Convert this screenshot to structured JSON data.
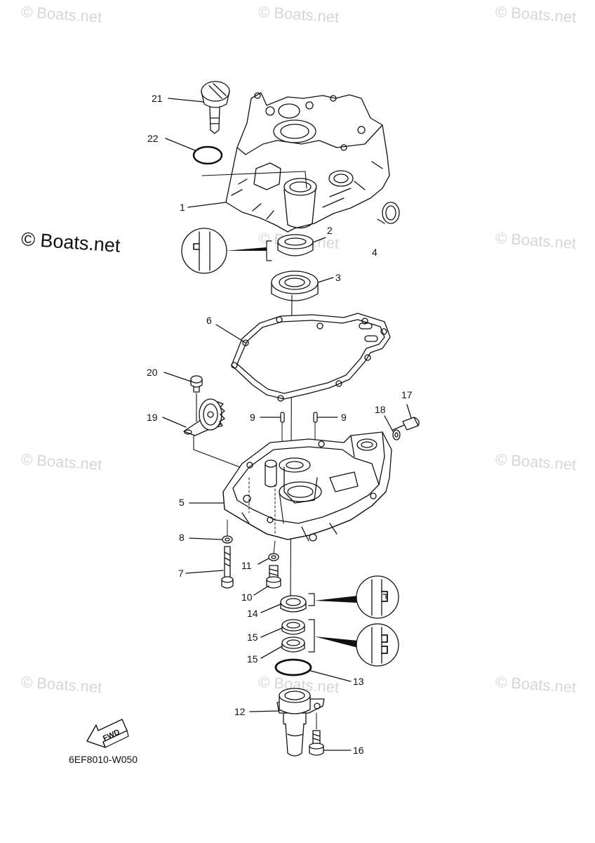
{
  "watermark": {
    "text": "© Boats.net"
  },
  "diagram_code": "6EF8010-W050",
  "fwd_label": "FWD",
  "part_labels": {
    "p1": "1",
    "p2": "2",
    "p3": "3",
    "p4": "4",
    "p5": "5",
    "p6": "6",
    "p7": "7",
    "p8": "8",
    "p9a": "9",
    "p9b": "9",
    "p10": "10",
    "p11": "11",
    "p12": "12",
    "p13": "13",
    "p14": "14",
    "p15a": "15",
    "p15b": "15",
    "p16": "16",
    "p17": "17",
    "p18": "18",
    "p19": "19",
    "p20": "20",
    "p21": "21",
    "p22": "22"
  },
  "colors": {
    "line": "#111111",
    "watermark": "#d6d6d6"
  }
}
